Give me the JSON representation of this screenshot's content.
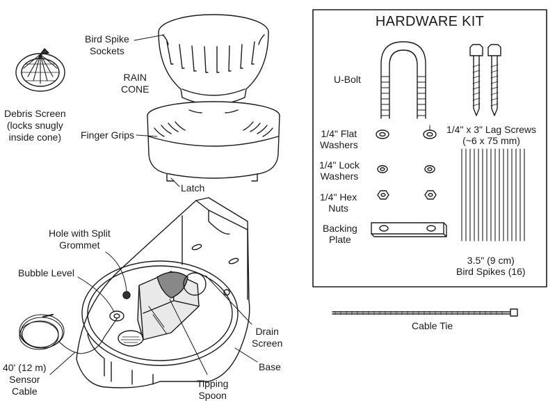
{
  "diagram": {
    "hardware_kit": {
      "title": "HARDWARE KIT",
      "u_bolt": "U-Bolt",
      "flat_washers": [
        "1/4\" Flat",
        "Washers"
      ],
      "lock_washers": [
        "1/4\" Lock",
        "Washers"
      ],
      "hex_nuts": [
        "1/4\" Hex",
        "Nuts"
      ],
      "backing_plate": [
        "Backing",
        "Plate"
      ],
      "lag_screws": [
        "1/4\" x 3\" Lag Screws",
        "(~6 x 75 mm)"
      ],
      "bird_spikes": [
        "3.5\" (9 cm)",
        "Bird Spikes (16)"
      ]
    },
    "labels": {
      "bird_spike_sockets": [
        "Bird Spike",
        "Sockets"
      ],
      "rain_cone": [
        "RAIN",
        "CONE"
      ],
      "debris_screen": [
        "Debris Screen",
        "(locks snugly",
        "inside cone)"
      ],
      "finger_grips": "Finger Grips",
      "latch": "Latch",
      "hole_with_split_grommet": [
        "Hole with Split",
        "Grommet"
      ],
      "bubble_level": "Bubble Level",
      "sensor_cable": [
        "40' (12 m)",
        "Sensor",
        "Cable"
      ],
      "drain_screen": [
        "Drain",
        "Screen"
      ],
      "base": "Base",
      "tipping_spoon": [
        "Tipping",
        "Spoon"
      ],
      "cable_tie": "Cable Tie"
    }
  }
}
